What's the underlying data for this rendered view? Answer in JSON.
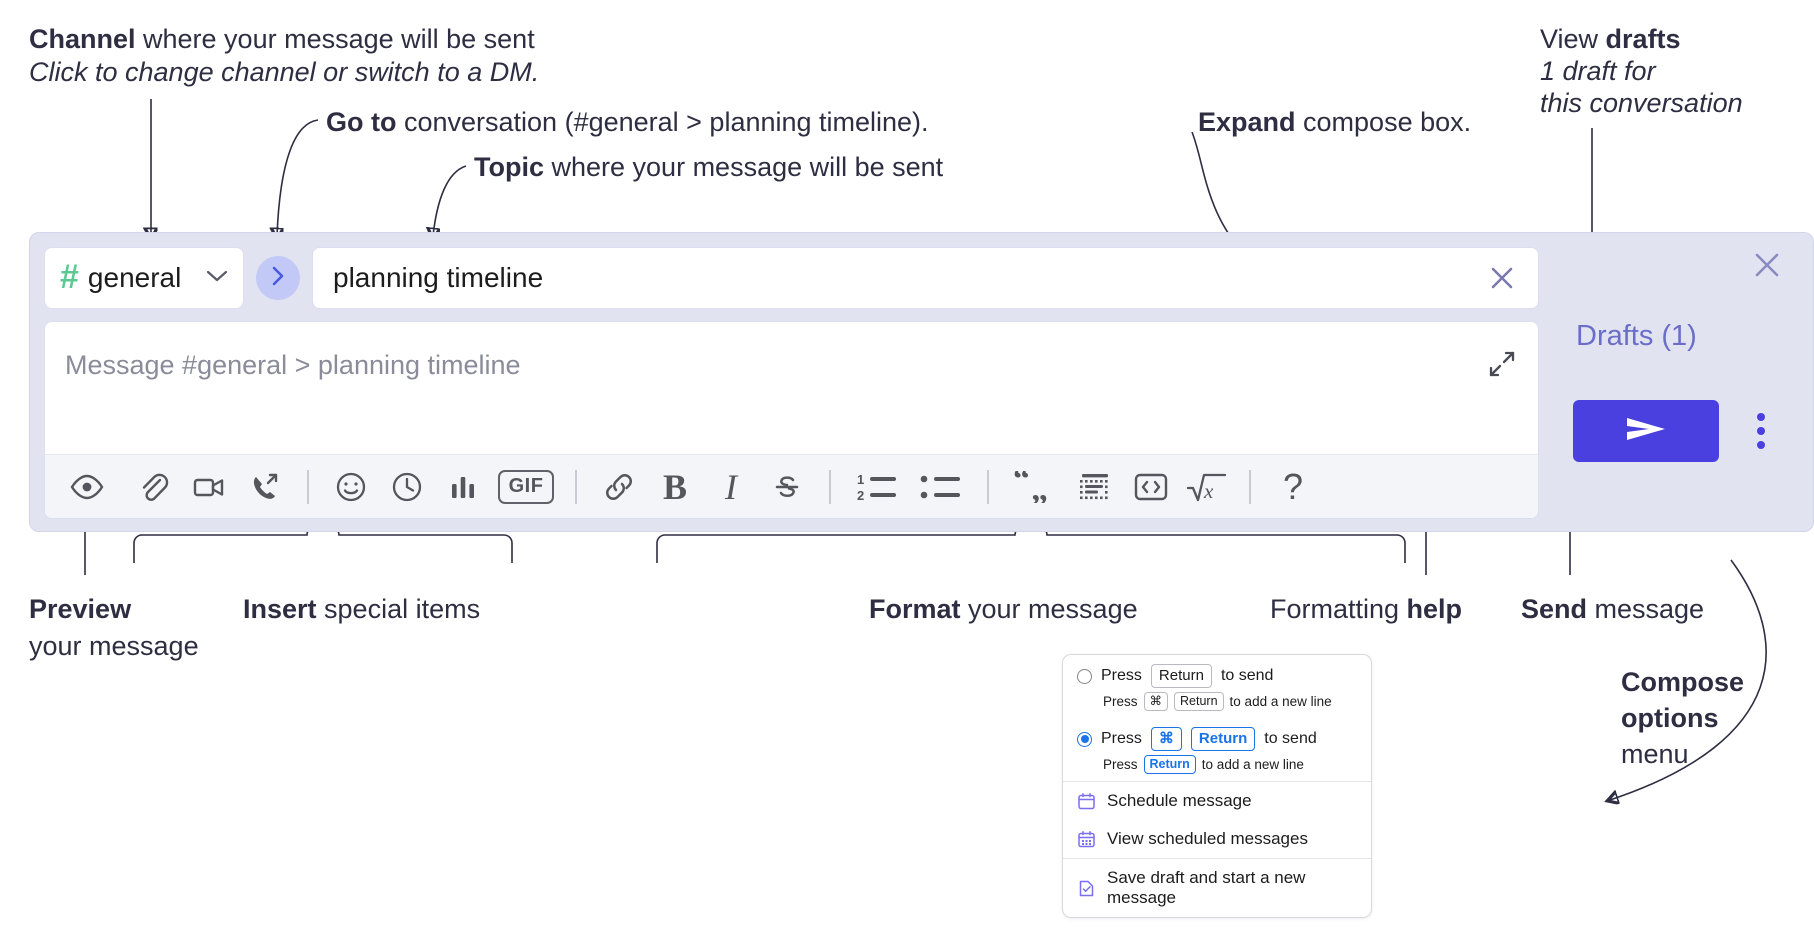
{
  "annotations": {
    "channel": {
      "bold": "Channel",
      "rest": " where your message will be sent",
      "sub": "Click to change channel or switch to a DM."
    },
    "goto": {
      "bold": "Go to",
      "rest": " conversation (#general > planning timeline)."
    },
    "topic": {
      "bold": "Topic",
      "rest": " where your message will be sent"
    },
    "expand": {
      "bold": "Expand",
      "rest": " compose box."
    },
    "drafts": {
      "pre": "View ",
      "bold": "drafts",
      "sub1": "1 draft for",
      "sub2": "this conversation"
    },
    "preview": {
      "bold": "Preview",
      "sub": "your message"
    },
    "insert": {
      "bold": "Insert",
      "rest": " special items"
    },
    "format": {
      "bold": "Format",
      "rest": " your message"
    },
    "formatting_help": {
      "pre": "Formatting ",
      "bold": "help"
    },
    "send": {
      "bold": "Send",
      "rest": " message"
    },
    "compose_options": {
      "bold1": "Compose",
      "bold2": "options",
      "rest": "menu"
    }
  },
  "compose": {
    "channel_name": "general",
    "channel_hash": "#",
    "goto_icon": "chevron-right-icon",
    "topic_value": "planning timeline",
    "topic_clear_icon": "close-icon",
    "message_placeholder": "Message #general > planning timeline",
    "expand_icon": "expand-icon",
    "panel_close_icon": "close-icon",
    "drafts_label": "Drafts (1)",
    "send_icon": "send-paper-plane-icon",
    "kebab_icon": "vertical-ellipsis-icon",
    "accent_color": "#4a40e0",
    "panel_bg": "#e2e3f1",
    "drafts_link_color": "#6a6ec8",
    "hash_color": "#5bc992"
  },
  "toolbar": {
    "groups": [
      {
        "name": "preview",
        "items": [
          {
            "icon": "eye-icon",
            "label": "Preview"
          }
        ]
      },
      {
        "name": "insert",
        "items": [
          {
            "icon": "paperclip-icon",
            "label": "Attach file"
          },
          {
            "icon": "video-camera-icon",
            "label": "Record video clip"
          },
          {
            "icon": "phone-forward-icon",
            "label": "Record audio clip"
          }
        ]
      },
      {
        "name": "insert2",
        "items": [
          {
            "icon": "emoji-smiley-icon",
            "label": "Emoji"
          },
          {
            "icon": "clock-icon",
            "label": "Schedule"
          },
          {
            "icon": "bar-chart-icon",
            "label": "Poll"
          },
          {
            "icon": "gif-icon",
            "label": "GIF"
          }
        ]
      },
      {
        "name": "format-inline",
        "items": [
          {
            "icon": "link-icon",
            "label": "Link"
          },
          {
            "icon": "bold-icon",
            "label": "B"
          },
          {
            "icon": "italic-icon",
            "label": "I"
          },
          {
            "icon": "strikethrough-icon",
            "label": "S"
          }
        ]
      },
      {
        "name": "format-lists",
        "items": [
          {
            "icon": "ordered-list-icon",
            "label": "Ordered list"
          },
          {
            "icon": "bulleted-list-icon",
            "label": "Bulleted list"
          }
        ]
      },
      {
        "name": "format-blocks",
        "items": [
          {
            "icon": "blockquote-icon",
            "label": "Blockquote"
          },
          {
            "icon": "code-block-icon",
            "label": "Code block"
          },
          {
            "icon": "inline-code-icon",
            "label": "Code"
          },
          {
            "icon": "math-sqrt-icon",
            "label": "Math"
          }
        ]
      },
      {
        "name": "help",
        "items": [
          {
            "icon": "question-mark-icon",
            "label": "?"
          }
        ]
      }
    ],
    "gif_label": "GIF",
    "bold_label": "B",
    "italic_label": "I",
    "help_label": "?"
  },
  "options_menu": {
    "option1": {
      "selected": false,
      "prefix": "Press",
      "key": "Return",
      "suffix": "to send",
      "sub_prefix": "Press",
      "sub_key1": "⌘",
      "sub_key2": "Return",
      "sub_suffix": "to add a new line"
    },
    "option2": {
      "selected": true,
      "prefix": "Press",
      "key1": "⌘",
      "key2": "Return",
      "suffix": "to send",
      "sub_prefix": "Press",
      "sub_key": "Return",
      "sub_suffix": "to add a new line"
    },
    "items": [
      {
        "icon": "calendar-schedule-icon",
        "label": "Schedule message"
      },
      {
        "icon": "calendar-grid-icon",
        "label": "View scheduled messages"
      },
      {
        "icon": "document-check-icon",
        "label": "Save draft and start a new message"
      }
    ]
  }
}
